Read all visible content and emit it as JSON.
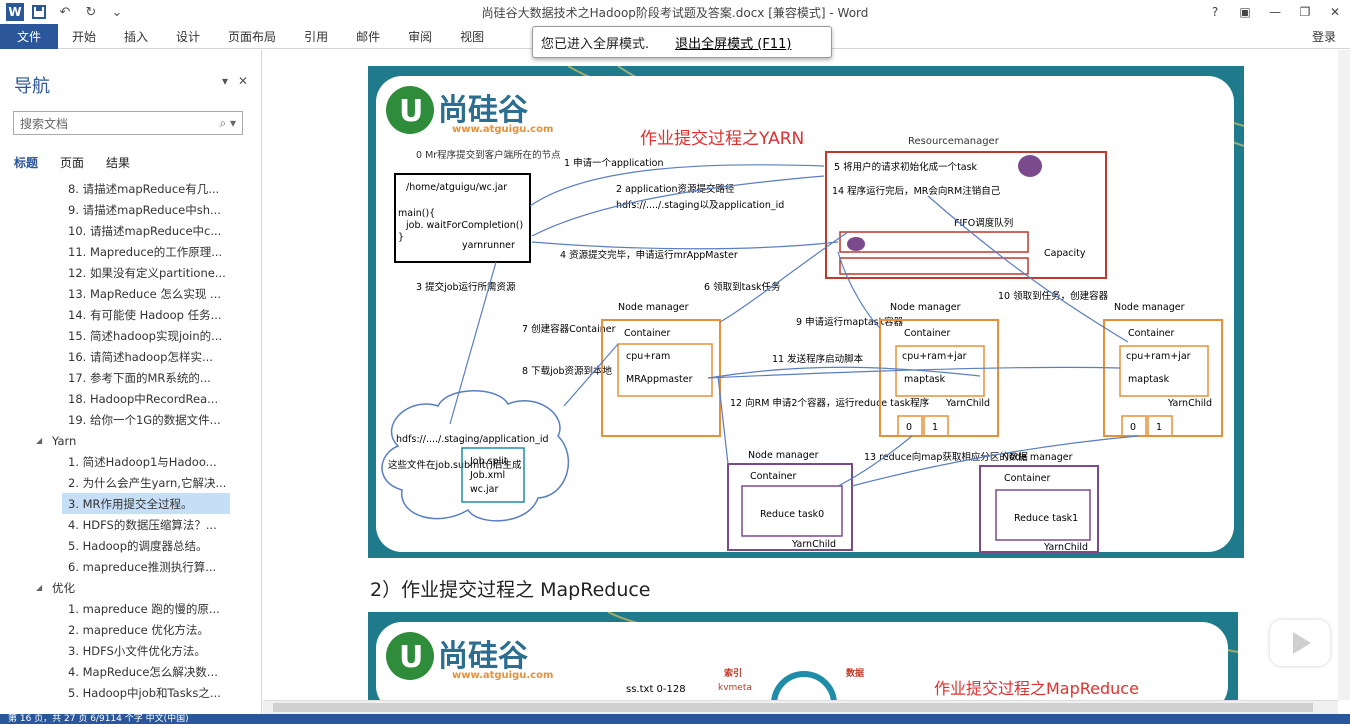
{
  "window": {
    "title": "尚硅谷大数据技术之Hadoop阶段考试题及答案.docx [兼容模式] - Word",
    "controls": [
      "?",
      "▣",
      "—",
      "❐",
      "✕"
    ]
  },
  "ribbon": {
    "file_tab": "文件",
    "tabs": [
      "开始",
      "插入",
      "设计",
      "页面布局",
      "引用",
      "邮件",
      "审阅",
      "视图"
    ],
    "login": "登录"
  },
  "fullscreen_tip": {
    "message": "您已进入全屏模式.",
    "exit": "退出全屏模式 (F11)"
  },
  "nav": {
    "title": "导航",
    "search_placeholder": "搜索文档",
    "tabs": [
      "标题",
      "页面",
      "结果"
    ],
    "items": [
      {
        "level": 2,
        "text": "8. 请描述mapReduce有几..."
      },
      {
        "level": 2,
        "text": "9. 请描述mapReduce中sh..."
      },
      {
        "level": 2,
        "text": "10. 请描述mapReduce中c..."
      },
      {
        "level": 2,
        "text": "11. Mapreduce的工作原理..."
      },
      {
        "level": 2,
        "text": "12. 如果没有定义partitione..."
      },
      {
        "level": 2,
        "text": "13. MapReduce 怎么实现 ..."
      },
      {
        "level": 2,
        "text": "14. 有可能使 Hadoop 任务..."
      },
      {
        "level": 2,
        "text": "15. 简述hadoop实现join的..."
      },
      {
        "level": 2,
        "text": "16. 请简述hadoop怎样实..."
      },
      {
        "level": 2,
        "text": "17.  参考下面的MR系统的..."
      },
      {
        "level": 2,
        "text": "18. Hadoop中RecordRea..."
      },
      {
        "level": 2,
        "text": "19. 给你一个1G的数据文件..."
      },
      {
        "level": 1,
        "text": "Yarn"
      },
      {
        "level": 2,
        "text": "1. 简述Hadoop1与Hadoo..."
      },
      {
        "level": 2,
        "text": "2. 为什么会产生yarn,它解决..."
      },
      {
        "level": 2,
        "text": "3. MR作用提交全过程。",
        "selected": true
      },
      {
        "level": 2,
        "text": "4. HDFS的数据压缩算法？..."
      },
      {
        "level": 2,
        "text": "5. Hadoop的调度器总结。"
      },
      {
        "level": 2,
        "text": "6. mapreduce推测执行算..."
      },
      {
        "level": 1,
        "text": "优化"
      },
      {
        "level": 2,
        "text": "1. mapreduce 跑的慢的原..."
      },
      {
        "level": 2,
        "text": "2. mapreduce 优化方法。"
      },
      {
        "level": 2,
        "text": "3. HDFS小文件优化方法。"
      },
      {
        "level": 2,
        "text": "4. MapReduce怎么解决数..."
      },
      {
        "level": 2,
        "text": "5. Hadoop中job和Tasks之..."
      }
    ]
  },
  "document": {
    "heading2": "2）作业提交过程之 MapReduce",
    "slide1": {
      "logo_text": "尚硅谷",
      "logo_url": "www.atguigu.com",
      "title": "作业提交过程之YARN",
      "resourcemanager": "Resourcemanager",
      "client_note": "0 Mr程序提交到客户端所在的节点",
      "client_path": "/home/atguigu/wc.jar",
      "client_code1": "main(){",
      "client_code2": "job. waitForCompletion()",
      "client_code3": "}",
      "yarnrunner": "yarnrunner",
      "step1": "1 申请一个application",
      "step2a": "2 application资源提交路径",
      "step2b": "hdfs://..../.staging以及application_id",
      "step3": "3 提交job运行所需资源",
      "step4": "4 资源提交完毕，申请运行mrAppMaster",
      "step5": "5 将用户的请求初始化成一个task",
      "step14": "14 程序运行完后，MR会向RM注销自己",
      "fifo": "FIFO调度队列",
      "capacity": "Capacity",
      "step6": "6 领取到task任务",
      "step7": "7 创建容器Container",
      "step8": "8 下载job资源到本地",
      "step9": "9 申请运行maptask容器",
      "step10": "10 领取到任务，创建容器",
      "step11": "11 发送程序启动脚本",
      "step12": "12 向RM 申请2个容器，运行reduce task程序",
      "step13": "13 reduce向map获取相应分区的数据",
      "node_manager": "Node manager",
      "container": "Container",
      "cpu_ram": "cpu+ram",
      "cpu_ram_jar": "cpu+ram+jar",
      "mrappmaster": "MRAppmaster",
      "maptask": "maptask",
      "yarnchild": "YarnChild",
      "part0": "0",
      "part1": "1",
      "reduce0": "Reduce task0",
      "reduce1": "Reduce task1",
      "hdfs_path": "hdfs://..../.staging/application_id",
      "job_split": "Job.split",
      "job_xml": "Job.xml",
      "wc_jar": "wc.jar",
      "gen_note": "这些文件在job.submit()后生成"
    },
    "slide2": {
      "logo_text": "尚硅谷",
      "logo_url": "www.atguigu.com",
      "title": "作业提交过程之MapReduce",
      "ss_txt": "ss.txt 0-128",
      "index": "索引",
      "kvmeta": "kvmeta",
      "data": "数据"
    }
  },
  "status": {
    "text": "第 16 页，共 27 页    6/9114 个字    中文(中国)"
  },
  "colors": {
    "accent": "#2b579a",
    "slide_bg": "#1f7a8c",
    "red_box": "#c0392b",
    "orange_box": "#e69138",
    "purple_box": "#7b4a8c",
    "arrow": "#5a7ec2"
  }
}
